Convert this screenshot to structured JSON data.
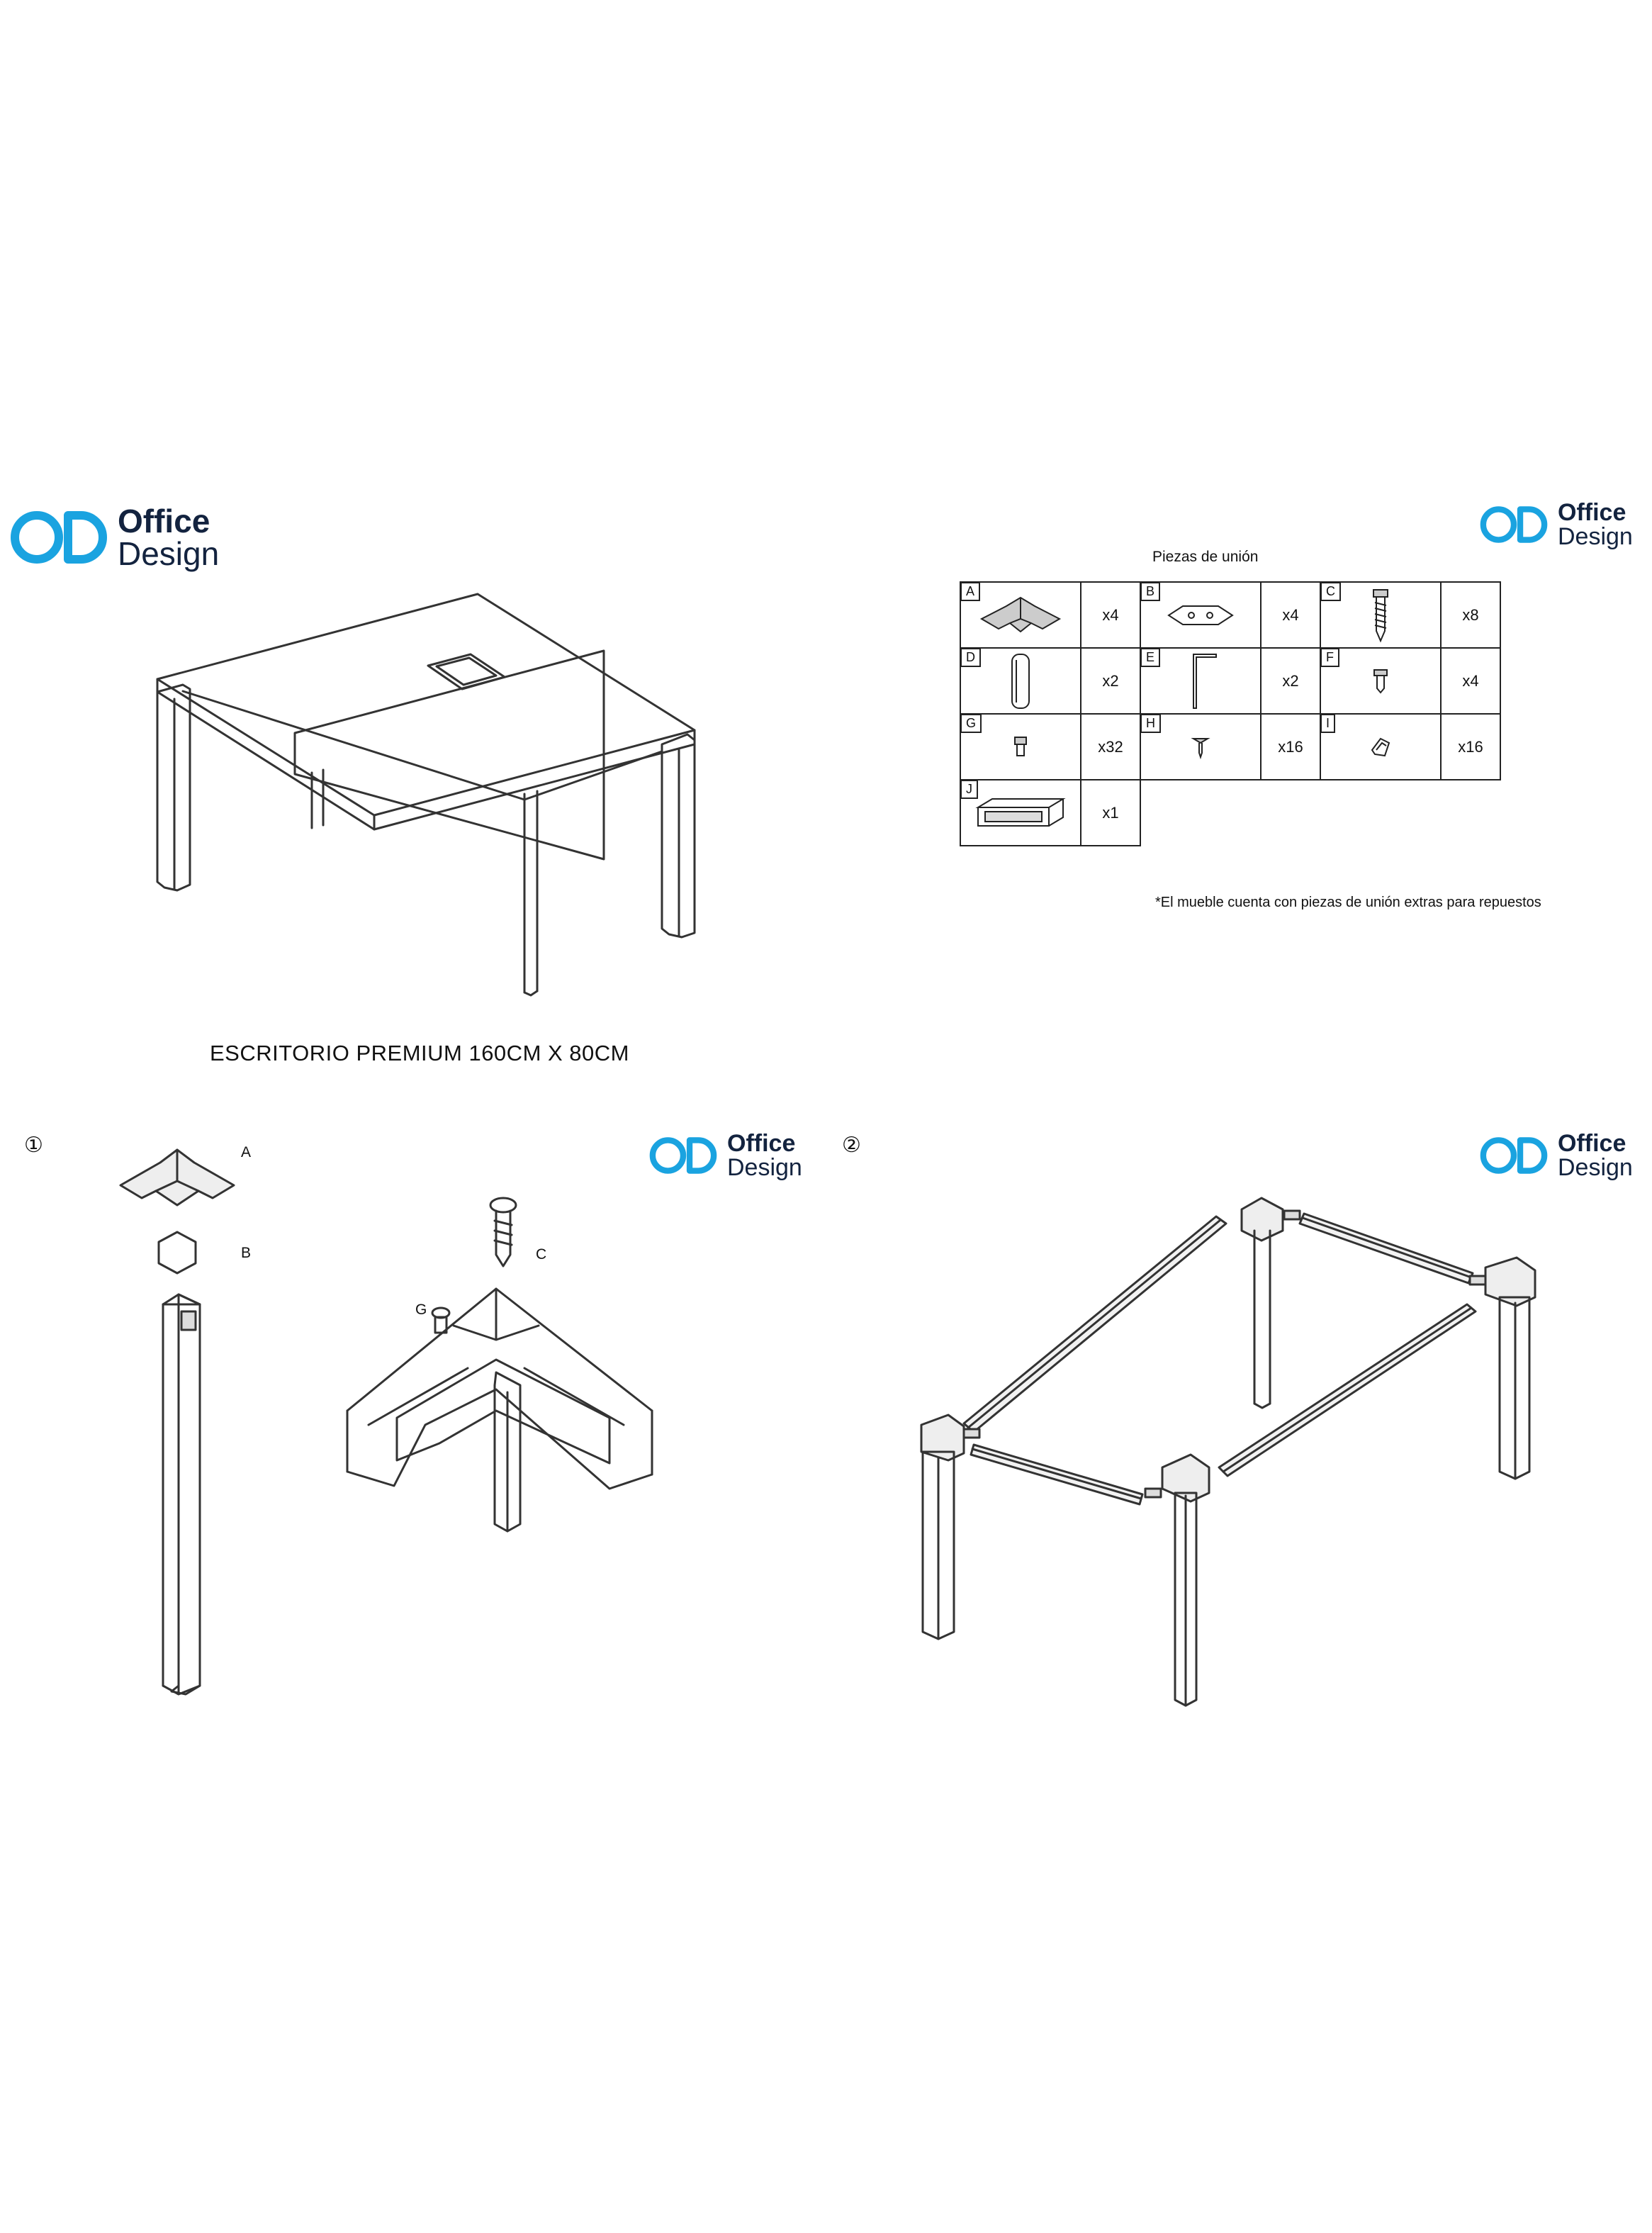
{
  "brand": {
    "line1": "Office",
    "line2": "Design",
    "color": "#1aa3e0",
    "text_color": "#13233f"
  },
  "product": {
    "title": "ESCRITORIO PREMIUM 160CM X 80CM"
  },
  "parts": {
    "title": "Piezas de unión",
    "items": [
      {
        "letter": "A",
        "icon": "corner-bracket-icon",
        "qty": "x4"
      },
      {
        "letter": "B",
        "icon": "connector-plate-icon",
        "qty": "x4"
      },
      {
        "letter": "C",
        "icon": "long-screw-icon",
        "qty": "x8"
      },
      {
        "letter": "D",
        "icon": "end-cap-icon",
        "qty": "x2"
      },
      {
        "letter": "E",
        "icon": "l-bracket-icon",
        "qty": "x2"
      },
      {
        "letter": "F",
        "icon": "short-screw-icon",
        "qty": "x4"
      },
      {
        "letter": "G",
        "icon": "bolt-icon",
        "qty": "x32"
      },
      {
        "letter": "H",
        "icon": "small-screw-icon",
        "qty": "x16"
      },
      {
        "letter": "I",
        "icon": "clip-icon",
        "qty": "x16"
      },
      {
        "letter": "J",
        "icon": "cable-tray-cover-icon",
        "qty": "x1"
      }
    ],
    "footnote": "*El mueble cuenta con piezas de unión extras para repuestos"
  },
  "steps": [
    {
      "number": "①",
      "labels": {
        "a": "A",
        "b": "B",
        "c": "C",
        "g": "G"
      }
    },
    {
      "number": "②"
    }
  ]
}
